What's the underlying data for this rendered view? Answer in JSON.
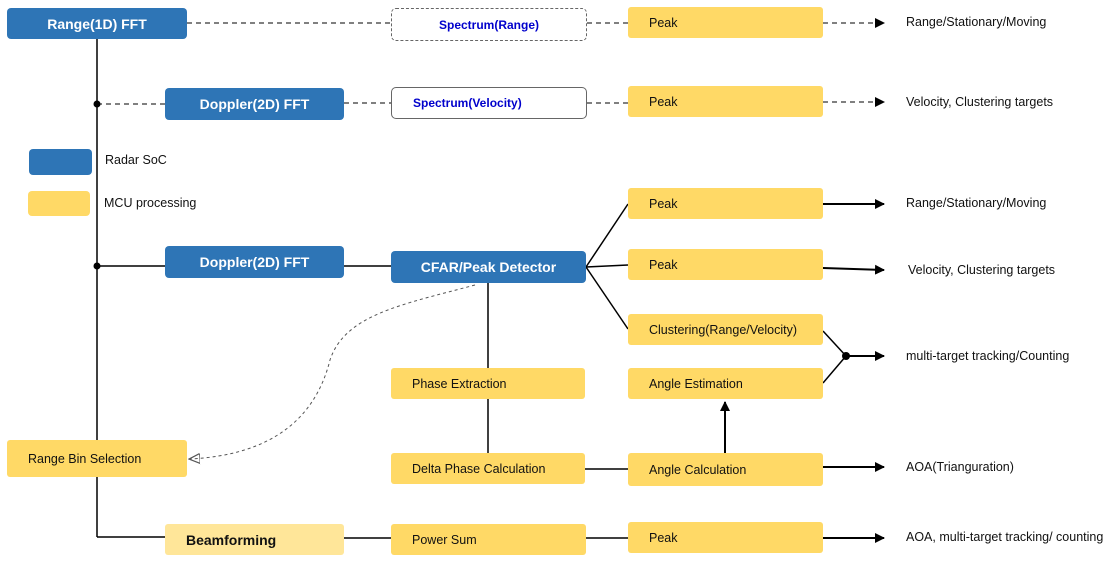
{
  "nodes": {
    "range_1d_fft": "Range(1D) FFT",
    "spectrum_range": "Spectrum(Range)",
    "peak_range": "Peak",
    "doppler_fft_top": "Doppler(2D)  FFT",
    "spectrum_velocity": "Spectrum(Velocity)",
    "peak_velocity": "Peak",
    "doppler_fft_mid": "Doppler(2D)  FFT",
    "cfar_peak_detector": "CFAR/Peak Detector",
    "peak_cfar_1": "Peak",
    "peak_cfar_2": "Peak",
    "clustering": "Clustering(Range/Velocity)",
    "phase_extraction": "Phase Extraction",
    "angle_estimation": "Angle Estimation",
    "range_bin_selection": "Range Bin Selection",
    "delta_phase_calculation": "Delta Phase Calculation",
    "angle_calculation": "Angle Calculation",
    "beamforming": "Beamforming",
    "power_sum": "Power Sum",
    "peak_power": "Peak"
  },
  "outputs": {
    "range_stationary_moving_top": "Range/Stationary/Moving",
    "velocity_clustering_top": "Velocity, Clustering targets",
    "range_stationary_moving_mid": "Range/Stationary/Moving",
    "velocity_clustering_mid": "Velocity, Clustering targets",
    "multi_target_tracking": "multi-target  tracking/Counting",
    "aoa_triangulation": "AOA(Trianguration)",
    "aoa_multi_target": "AOA, multi-target tracking/ counting"
  },
  "legend": {
    "radar_soc": "Radar SoC",
    "mcu_processing": "MCU processing"
  },
  "colors": {
    "radar_soc": "#2e75b6",
    "mcu": "#ffd966",
    "mcu_light": "#ffe699",
    "spectrum_text": "#0000cc"
  }
}
